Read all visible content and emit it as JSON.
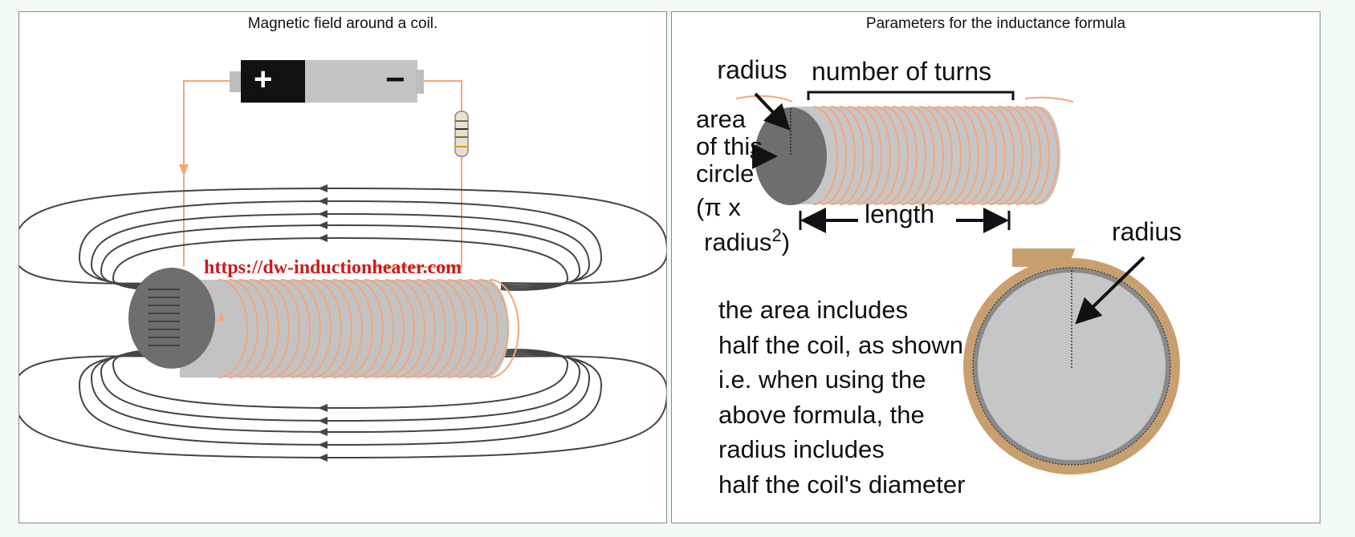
{
  "left_panel": {
    "title": "Magnetic field around a coil.",
    "watermark": "https://dw-inductionheater.com",
    "battery": {
      "positive": "+",
      "negative": "−"
    }
  },
  "right_panel": {
    "title": "Parameters for the inductance formula",
    "labels": {
      "radius_top": "radius",
      "number_of_turns": "number of turns",
      "area_line1": "area",
      "area_line2": "of this",
      "area_line3": "circle",
      "area_line4": "(π x",
      "area_line5": "radius",
      "area_superscript": "2",
      "area_close": ")",
      "length": "length",
      "radius_circle": "radius"
    },
    "note_lines": [
      "the area includes",
      "half the coil, as shown",
      "i.e. when using the",
      "above formula, the",
      "radius includes",
      "half the coil's diameter"
    ]
  },
  "colors": {
    "page_background": "#f2faf4",
    "wire": "#f4a57a",
    "coil_core": "#c3c3c3",
    "coil_end": "#6e6e6e",
    "field_line": "#444444",
    "watermark": "#cc1a1a",
    "tape": "#c8a070"
  }
}
